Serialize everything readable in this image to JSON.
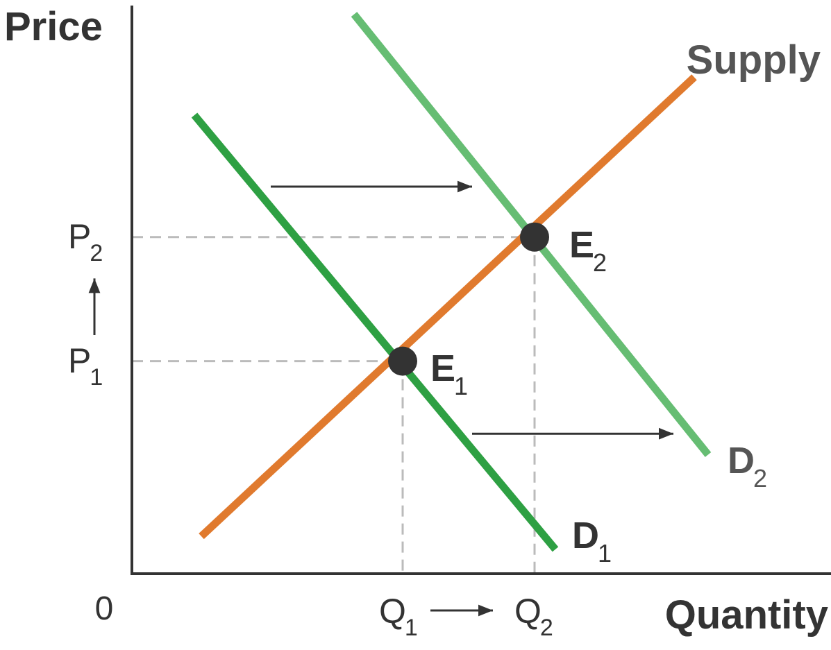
{
  "chart_data": {
    "type": "line",
    "ylabel": "Price",
    "xlabel": "Quantity",
    "origin_label": "0",
    "xlim": [
      0,
      10
    ],
    "ylim": [
      0,
      10
    ],
    "grid": false,
    "series": [
      {
        "name": "Supply",
        "color": "#e07a2e",
        "points": [
          [
            1.0,
            0.66
          ],
          [
            8.1,
            8.76
          ]
        ]
      },
      {
        "name": "D",
        "subscript": "1",
        "color": "#2ea043",
        "points": [
          [
            0.9,
            8.09
          ],
          [
            6.1,
            0.43
          ]
        ]
      },
      {
        "name": "D",
        "subscript": "2",
        "color": "#66bd73",
        "points": [
          [
            3.2,
            9.87
          ],
          [
            8.3,
            2.1
          ]
        ]
      }
    ],
    "equilibria": [
      {
        "name": "E",
        "subscript": "1",
        "x": 3.9,
        "y": 3.75
      },
      {
        "name": "E",
        "subscript": "2",
        "x": 5.8,
        "y": 5.94
      }
    ],
    "ticks": {
      "x": [
        {
          "label": "Q",
          "subscript": "1",
          "value": 3.9
        },
        {
          "label": "Q",
          "subscript": "2",
          "value": 5.8
        }
      ],
      "y": [
        {
          "label": "P",
          "subscript": "1",
          "value": 3.75
        },
        {
          "label": "P",
          "subscript": "2",
          "value": 5.94
        }
      ]
    },
    "shift_arrows": [
      {
        "from": [
          2.0,
          6.83
        ],
        "to": [
          4.9,
          6.83
        ]
      },
      {
        "from": [
          4.9,
          2.47
        ],
        "to": [
          7.8,
          2.47
        ]
      }
    ],
    "axis_arrows": {
      "x": {
        "from": 4.3,
        "to": 5.2
      },
      "y": {
        "from": 4.21,
        "to": 5.21
      }
    },
    "colors": {
      "axis": "#333333",
      "guide": "#bbbbbb",
      "point": "#333333",
      "arrow": "#333333"
    }
  }
}
